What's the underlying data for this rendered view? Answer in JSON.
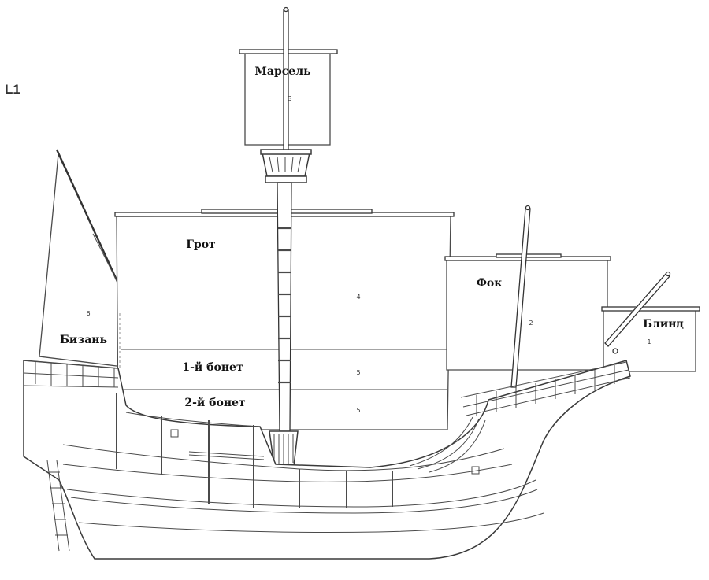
{
  "plate": "L1",
  "sails": {
    "topsail": {
      "label": "Марсель",
      "number": "3"
    },
    "mainsail": {
      "label": "Грот",
      "number": "4"
    },
    "bonnet1": {
      "label": "1-й бонет",
      "number": "5"
    },
    "bonnet2": {
      "label": "2-й бонет",
      "number": "5"
    },
    "foresail": {
      "label": "Фок",
      "number": "2"
    },
    "spritsail": {
      "label": "Блинд",
      "number": "1"
    },
    "mizzen": {
      "label": "Бизань",
      "number": "6"
    }
  }
}
